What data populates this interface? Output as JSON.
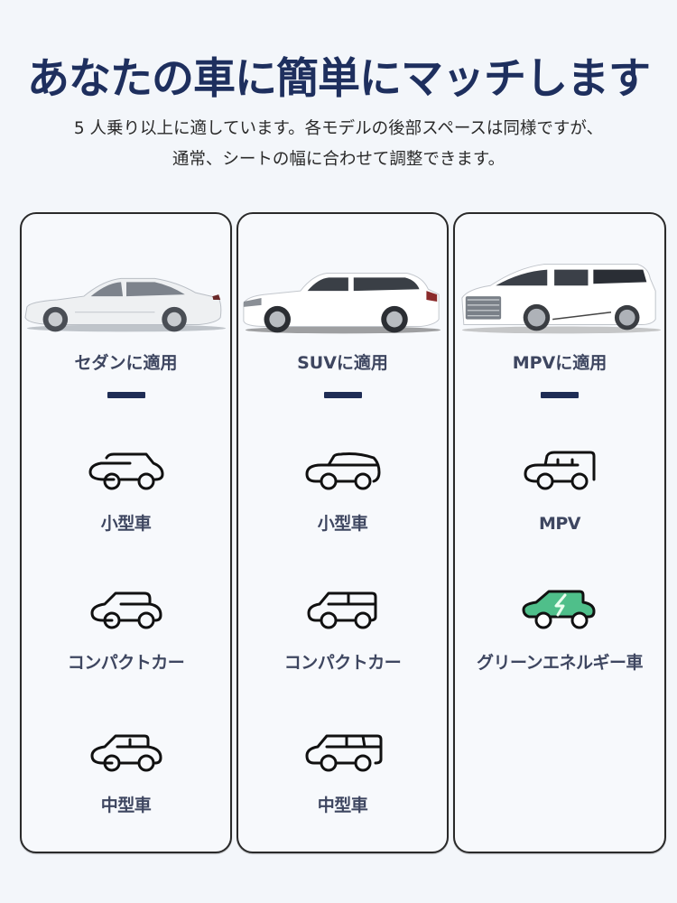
{
  "header": {
    "title": "あなたの車に簡単にマッチします",
    "subtitle_line1": "5 人乗り以上に適しています。各モデルの後部スペースは同様ですが、",
    "subtitle_line2": "通常、シートの幅に合わせて調整できます。"
  },
  "colors": {
    "title": "#1e2f5e",
    "accent_dash": "#1f2d55",
    "green_energy": "#4fbf8a",
    "card_border": "#2a2a2a",
    "background": "#f3f6fa"
  },
  "cards": [
    {
      "heading": "セダンに適用",
      "photo": "sedan-photo",
      "items": [
        {
          "icon": "small-car-icon",
          "label": "小型車"
        },
        {
          "icon": "compact-car-icon",
          "label": "コンパクトカー"
        },
        {
          "icon": "midsize-car-icon",
          "label": "中型車"
        }
      ]
    },
    {
      "heading": "SUVに適用",
      "photo": "suv-photo",
      "items": [
        {
          "icon": "small-suv-icon",
          "label": "小型車"
        },
        {
          "icon": "compact-suv-icon",
          "label": "コンパクトカー"
        },
        {
          "icon": "midsize-suv-icon",
          "label": "中型車"
        }
      ]
    },
    {
      "heading": "MPVに適用",
      "photo": "mpv-photo",
      "items": [
        {
          "icon": "mpv-icon",
          "label": "MPV"
        },
        {
          "icon": "green-energy-car-icon",
          "label": "グリーンエネルギー車"
        }
      ]
    }
  ]
}
